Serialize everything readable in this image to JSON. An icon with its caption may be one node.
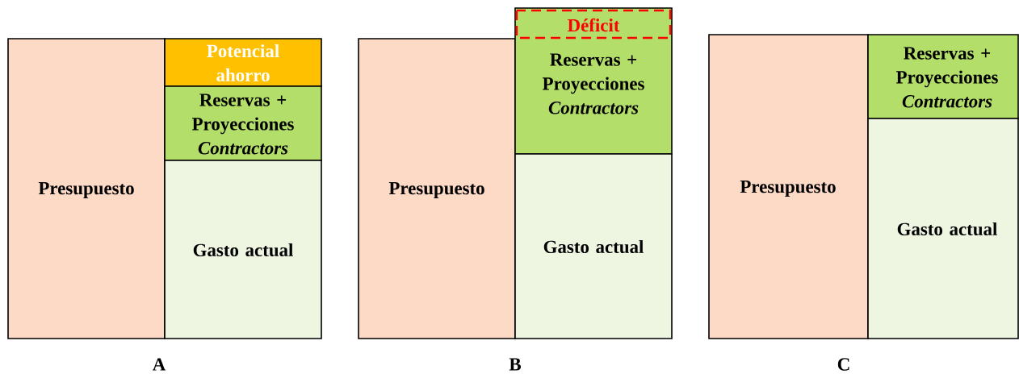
{
  "diagram": {
    "nodes": [
      {
        "text": [
          "Presupuesto"
        ]
      },
      {
        "text": [
          "Potencial ahorro"
        ]
      },
      {
        "text": [
          "Reservas + Proyecciones *Contractors*"
        ]
      },
      {
        "text": [
          "Gasto actual"
        ]
      },
      {
        "text": [
          "Presupuesto"
        ]
      },
      {
        "text": [
          "Reservas + Proyecciones *Contractors*"
        ]
      },
      {
        "text": [
          "Déficit"
        ],
        "in": 5
      },
      {
        "text": [
          "Gasto actual"
        ]
      },
      {
        "text": [
          "Presupuesto"
        ]
      },
      {
        "text": [
          "Reservas + Proyecciones *Contractors*"
        ]
      },
      {
        "text": [
          "Gasto actual"
        ]
      }
    ],
    "labels": [
      "A",
      "B",
      "C"
    ]
  }
}
